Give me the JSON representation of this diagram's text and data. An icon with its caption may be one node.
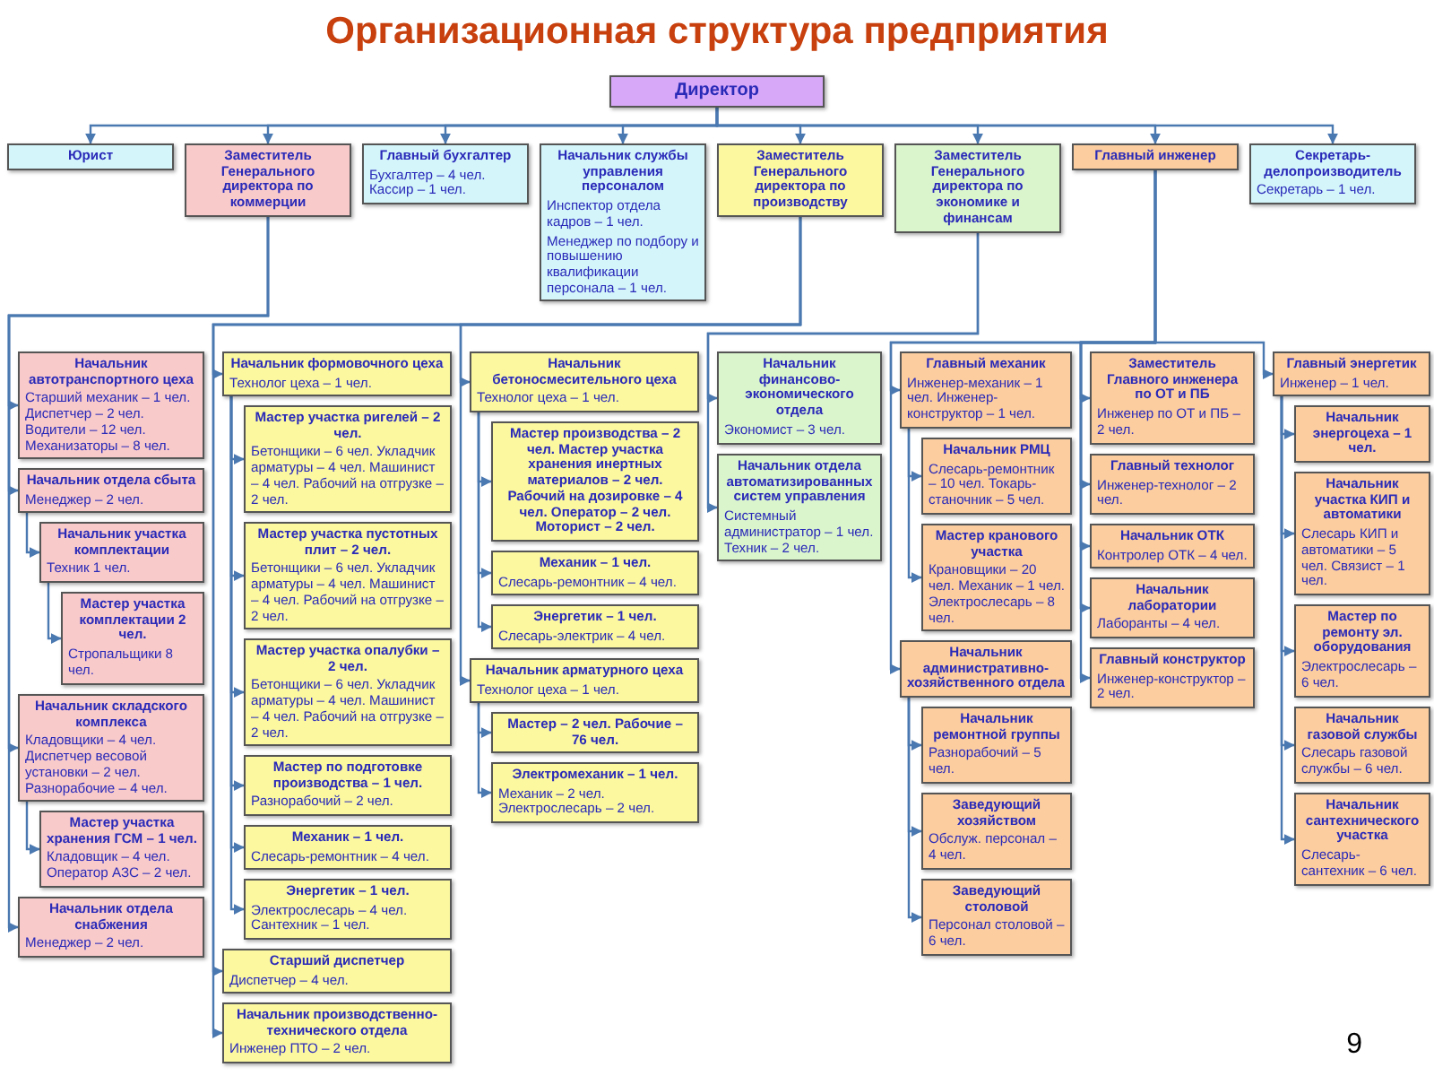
{
  "diagram": {
    "title": "Организационная структура предприятия",
    "nodes": [
      {
        "text": [
          "Директор"
        ]
      },
      {
        "text": [
          "Юрист"
        ]
      },
      {
        "text": [
          "Заместитель Генерального директора по коммерции"
        ]
      },
      {
        "text": [
          "Главный бухгалтер",
          "Бухгалтер – 4 чел. Кассир – 1 чел."
        ]
      },
      {
        "text": [
          "Начальник службы управления персоналом",
          "Инспектор отдела кадров – 1 чел.",
          "Менеджер по подбору и повышению квалификации персонала – 1 чел."
        ]
      },
      {
        "text": [
          "Заместитель Генерального директора по производству"
        ]
      },
      {
        "text": [
          "Заместитель Генерального директора по экономике и финансам"
        ]
      },
      {
        "text": [
          "Главный инженер"
        ]
      },
      {
        "text": [
          "Секретарь-делопроизводитель",
          "Секретарь – 1 чел."
        ]
      },
      {
        "text": [
          "Начальник автотранспортного цеха",
          "Старший механик – 1 чел. Диспетчер – 2 чел. Водители – 12 чел. Механизаторы – 8 чел."
        ]
      },
      {
        "text": [
          "Начальник отдела сбыта",
          "Менеджер – 2 чел."
        ]
      },
      {
        "text": [
          "Начальник складского комплекса",
          "Кладовщики – 4 чел. Диспетчер весовой установки – 2 чел. Разнорабочие – 4 чел."
        ]
      },
      {
        "text": [
          "Начальник участка комплектации",
          "Техник 1 чел."
        ]
      },
      {
        "text": [
          "Мастер участка комплектации 2 чел.",
          "Стропальщики 8 чел."
        ]
      },
      {
        "text": [
          "Мастер участка хранения ГСМ – 1 чел.",
          "Кладовщик – 4 чел. Оператор АЗС – 2 чел."
        ]
      },
      {
        "text": [
          "Начальник отдела снабжения",
          "Менеджер – 2 чел."
        ]
      },
      {
        "text": [
          "Начальник формовочного цеха",
          "Технолог цеха – 1 чел."
        ]
      },
      {
        "text": [
          "Старший диспетчер",
          "Диспетчер – 4 чел."
        ]
      },
      {
        "text": [
          "Начальник производственно-технического отдела",
          "Инженер ПТО – 2 чел."
        ]
      },
      {
        "text": [
          "Начальник бетоносмесительного цеха",
          "Технолог цеха – 1 чел."
        ]
      },
      {
        "text": [
          "Начальник арматурного цеха",
          "Технолог цеха – 1 чел."
        ]
      },
      {
        "text": [
          "Мастер участка ригелей – 2 чел.",
          "Бетонщики – 6 чел. Укладчик арматуры – 4 чел. Машинист – 4 чел. Рабочий на отгрузке – 2 чел."
        ]
      },
      {
        "text": [
          "Мастер участка пустотных плит – 2 чел.",
          "Бетонщики – 6 чел. Укладчик арматуры – 4 чел. Машинист – 4 чел. Рабочий на отгрузке – 2 чел."
        ]
      },
      {
        "text": [
          "Мастер участка опалубки – 2 чел.",
          "Бетонщики – 6 чел. Укладчик арматуры – 4 чел. Машинист – 4 чел. Рабочий на отгрузке – 2 чел."
        ]
      },
      {
        "text": [
          "Мастер по подготовке производства – 1 чел.",
          "Разнорабочий – 2 чел."
        ]
      },
      {
        "text": [
          "Механик – 1 чел.",
          "Слесарь-ремонтник – 4 чел."
        ]
      },
      {
        "text": [
          "Энергетик – 1 чел.",
          "Электрослесарь – 4 чел. Сантехник – 1 чел."
        ]
      },
      {
        "text": [
          "Мастер производства – 2 чел. Мастер участка хранения инертных материалов – 2 чел. Рабочий на дозировке – 4 чел. Оператор – 2 чел. Моторист – 2 чел."
        ]
      },
      {
        "text": [
          "Механик – 1 чел.",
          "Слесарь-ремонтник – 4 чел."
        ]
      },
      {
        "text": [
          "Энергетик – 1 чел.",
          "Слесарь-электрик – 4 чел."
        ]
      },
      {
        "text": [
          "Мастер – 2 чел. Рабочие – 76 чел."
        ]
      },
      {
        "text": [
          "Электромеханик – 1 чел.",
          "Механик – 2 чел. Электрослесарь – 2 чел."
        ]
      },
      {
        "text": [
          "Начальник финансово-экономического отдела",
          "Экономист – 3 чел."
        ]
      },
      {
        "text": [
          "Начальник отдела автоматизированных систем управления",
          "Системный администратор – 1 чел. Техник – 2 чел."
        ]
      },
      {
        "text": [
          "Главный механик",
          "Инженер-механик – 1 чел. Инженер-конструктор – 1 чел."
        ]
      },
      {
        "text": [
          "Начальник административно-хозяйственного отдела"
        ]
      },
      {
        "text": [
          "Заместитель Главного инженера по ОТ и ПБ",
          "Инженер по ОТ и ПБ – 2 чел."
        ]
      },
      {
        "text": [
          "Главный энергетик",
          "Инженер – 1 чел."
        ]
      },
      {
        "text": [
          "Начальник РМЦ",
          "Слесарь-ремонтник – 10 чел. Токарь-станочник – 5 чел."
        ]
      },
      {
        "text": [
          "Мастер кранового участка",
          "Крановщики – 20 чел. Механик – 1 чел. Электрослесарь – 8 чел."
        ]
      },
      {
        "text": [
          "Начальник ремонтной группы",
          "Разнорабочий – 5 чел."
        ]
      },
      {
        "text": [
          "Заведующий хозяйством",
          "Обслуж. персонал – 4 чел."
        ]
      },
      {
        "text": [
          "Заведующий столовой",
          "Персонал столовой – 6 чел."
        ]
      },
      {
        "text": [
          "Главный технолог",
          "Инженер-технолог – 2 чел."
        ]
      },
      {
        "text": [
          "Начальник ОТК",
          "Контролер ОТК – 4 чел."
        ]
      },
      {
        "text": [
          "Начальник лаборатории",
          "Лаборанты – 4 чел."
        ]
      },
      {
        "text": [
          "Главный конструктор",
          "Инженер-конструктор – 2 чел."
        ]
      },
      {
        "text": [
          "Начальник энергоцеха – 1 чел."
        ]
      },
      {
        "text": [
          "Начальник участка КИП и автоматики",
          "Слесарь КИП и автоматики – 5 чел. Связист – 1 чел."
        ]
      },
      {
        "text": [
          "Мастер по ремонту эл. оборудования",
          "Электрослесарь – 6 чел."
        ]
      },
      {
        "text": [
          "Начальник газовой службы",
          "Слесарь газовой службы – 6 чел."
        ]
      },
      {
        "text": [
          "Начальник сантехнического участка",
          "Слесарь-сантехник – 6 чел."
        ]
      }
    ],
    "edges": [
      {
        "from": 0,
        "to": 1,
        "arrow": "to"
      },
      {
        "from": 0,
        "to": 2,
        "arrow": "to"
      },
      {
        "from": 0,
        "to": 3,
        "arrow": "to"
      },
      {
        "from": 0,
        "to": 4,
        "arrow": "to"
      },
      {
        "from": 0,
        "to": 5,
        "arrow": "to"
      },
      {
        "from": 0,
        "to": 6,
        "arrow": "to"
      },
      {
        "from": 0,
        "to": 7,
        "arrow": "to"
      },
      {
        "from": 0,
        "to": 8,
        "arrow": "to"
      },
      {
        "from": 2,
        "to": 9,
        "arrow": "to"
      },
      {
        "from": 2,
        "to": 10,
        "arrow": "to"
      },
      {
        "from": 2,
        "to": 11,
        "arrow": "to"
      },
      {
        "from": 2,
        "to": 15,
        "arrow": "to"
      },
      {
        "from": 10,
        "to": 12,
        "arrow": "to"
      },
      {
        "from": 12,
        "to": 13,
        "arrow": "to"
      },
      {
        "from": 11,
        "to": 14,
        "arrow": "to"
      },
      {
        "from": 5,
        "to": 16,
        "arrow": "to"
      },
      {
        "from": 5,
        "to": 17,
        "arrow": "to"
      },
      {
        "from": 5,
        "to": 18,
        "arrow": "to"
      },
      {
        "from": 5,
        "to": 19,
        "arrow": "to"
      },
      {
        "from": 5,
        "to": 20,
        "arrow": "to"
      },
      {
        "from": 16,
        "to": 21,
        "arrow": "to"
      },
      {
        "from": 16,
        "to": 22,
        "arrow": "to"
      },
      {
        "from": 16,
        "to": 23,
        "arrow": "to"
      },
      {
        "from": 16,
        "to": 24,
        "arrow": "to"
      },
      {
        "from": 16,
        "to": 25,
        "arrow": "to"
      },
      {
        "from": 16,
        "to": 26,
        "arrow": "to"
      },
      {
        "from": 19,
        "to": 27,
        "arrow": "to"
      },
      {
        "from": 19,
        "to": 28,
        "arrow": "to"
      },
      {
        "from": 19,
        "to": 29,
        "arrow": "to"
      },
      {
        "from": 20,
        "to": 30,
        "arrow": "to"
      },
      {
        "from": 20,
        "to": 31,
        "arrow": "to"
      },
      {
        "from": 6,
        "to": 32,
        "arrow": "to"
      },
      {
        "from": 6,
        "to": 33,
        "arrow": "to"
      },
      {
        "from": 7,
        "to": 34,
        "arrow": "to"
      },
      {
        "from": 7,
        "to": 35,
        "arrow": "to"
      },
      {
        "from": 7,
        "to": 36,
        "arrow": "to"
      },
      {
        "from": 7,
        "to": 43,
        "arrow": "to"
      },
      {
        "from": 7,
        "to": 44,
        "arrow": "to"
      },
      {
        "from": 7,
        "to": 45,
        "arrow": "to"
      },
      {
        "from": 7,
        "to": 46,
        "arrow": "to"
      },
      {
        "from": 7,
        "to": 37,
        "arrow": "to"
      },
      {
        "from": 34,
        "to": 38,
        "arrow": "to"
      },
      {
        "from": 34,
        "to": 39,
        "arrow": "to"
      },
      {
        "from": 35,
        "to": 40,
        "arrow": "to"
      },
      {
        "from": 35,
        "to": 41,
        "arrow": "to"
      },
      {
        "from": 35,
        "to": 42,
        "arrow": "to"
      },
      {
        "from": 37,
        "to": 47,
        "arrow": "to"
      },
      {
        "from": 37,
        "to": 48,
        "arrow": "to"
      },
      {
        "from": 37,
        "to": 49,
        "arrow": "to"
      },
      {
        "from": 37,
        "to": 50,
        "arrow": "to"
      },
      {
        "from": 37,
        "to": 51,
        "arrow": "to"
      }
    ],
    "labels": [
      "9"
    ]
  }
}
